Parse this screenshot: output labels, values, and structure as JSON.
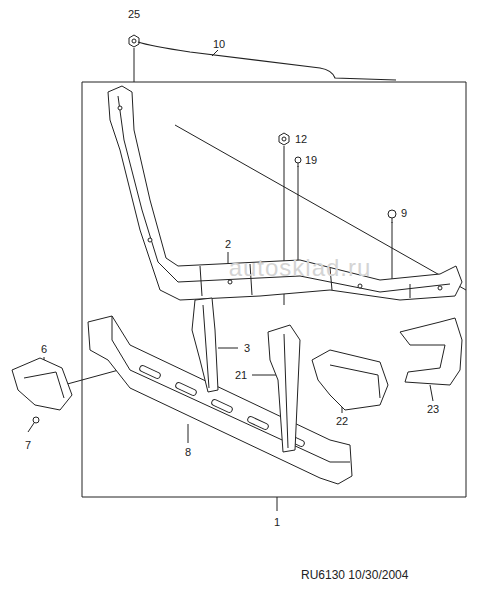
{
  "diagram": {
    "caption": "RU6130 10/30/2004",
    "labels": [
      "25",
      "10",
      "12",
      "19",
      "9",
      "2",
      "3",
      "6",
      "21",
      "22",
      "23",
      "7",
      "8",
      "1",
      "autosklad.ru"
    ]
  }
}
